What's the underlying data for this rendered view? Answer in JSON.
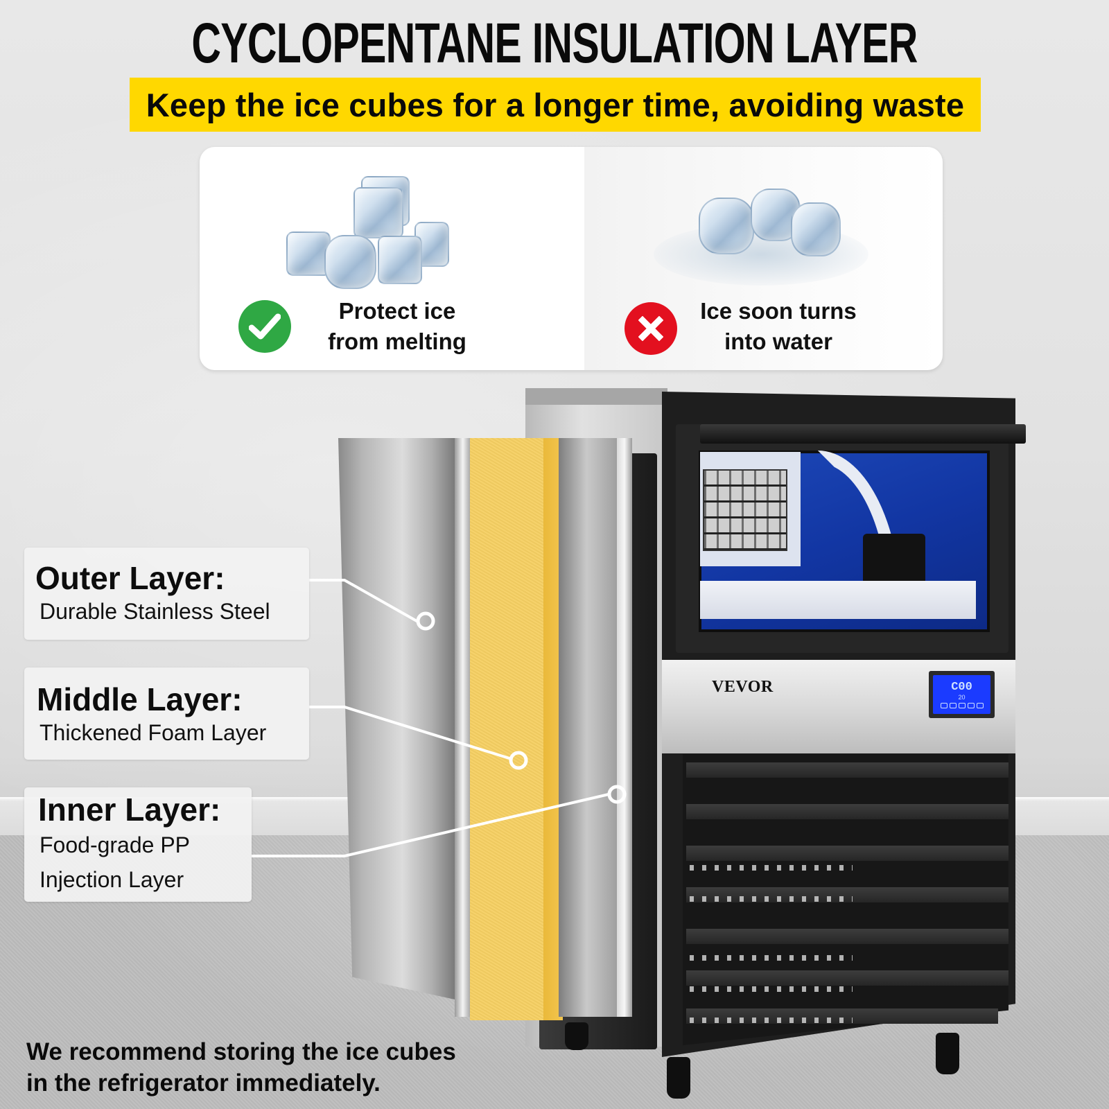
{
  "header": {
    "title": "CYCLOPENTANE INSULATION LAYER",
    "subtitle": "Keep the ice cubes for a longer time, avoiding waste"
  },
  "comparison": {
    "good": {
      "icon": "check-circle-icon",
      "color": "#2fa844",
      "line1": "Protect ice",
      "line2": "from melting"
    },
    "bad": {
      "icon": "x-circle-icon",
      "color": "#e3101f",
      "line1": "Ice soon turns",
      "line2": "into water"
    }
  },
  "callouts": [
    {
      "title": "Outer Layer:",
      "lines": [
        "Durable Stainless Steel"
      ]
    },
    {
      "title": "Middle Layer:",
      "lines": [
        "Thickened Foam Layer"
      ]
    },
    {
      "title": "Inner Layer:",
      "lines": [
        "Food-grade PP",
        "Injection Layer"
      ]
    }
  ],
  "product": {
    "brand": "VEVOR",
    "display": {
      "digits": "C00",
      "sub": "20"
    }
  },
  "footer": {
    "line1": "We recommend storing the ice cubes",
    "line2": "in the refrigerator immediately."
  },
  "colors": {
    "highlight_yellow": "#ffd800",
    "foam_yellow": "#f6cf62",
    "lcd_blue": "#1b3bff",
    "window_blue": "#1d48b8"
  }
}
